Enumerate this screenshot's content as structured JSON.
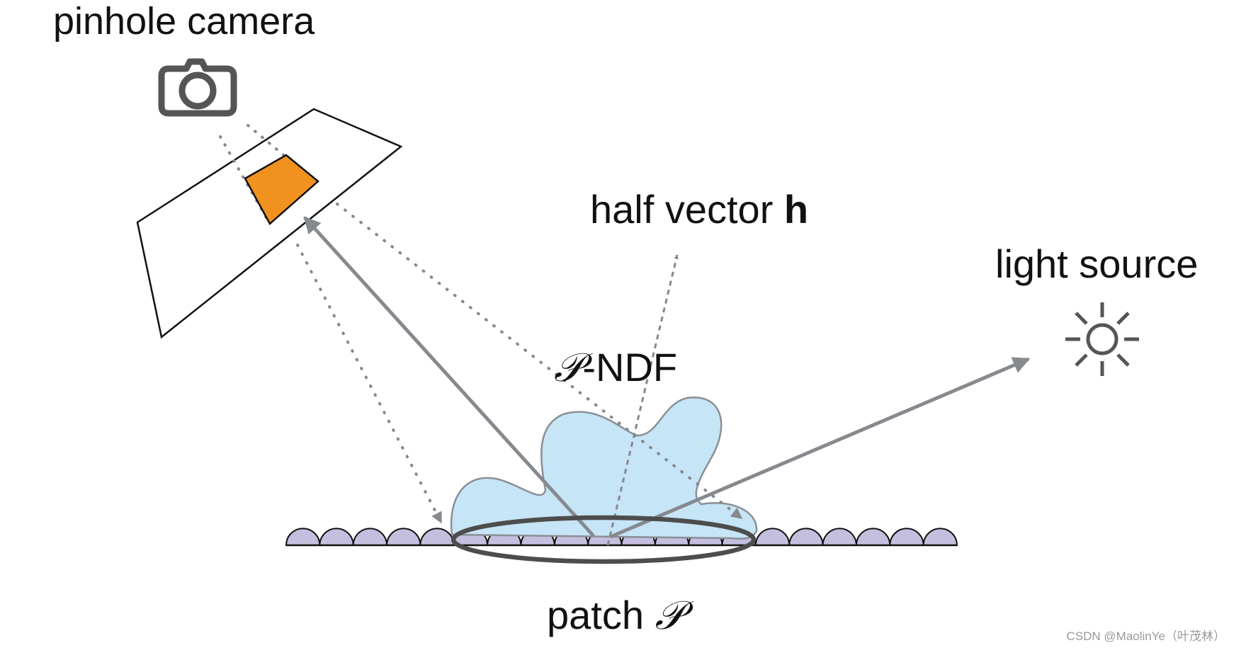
{
  "labels": {
    "camera": "pinhole camera",
    "half_vector_prefix": "half vector ",
    "half_vector_symbol": "h",
    "light_source": "light source",
    "ndf_symbol": "𝒫",
    "ndf_suffix": "-NDF",
    "patch_prefix": "patch ",
    "patch_symbol": "𝒫",
    "watermark": "CSDN @MaolinYe（叶茂林）"
  },
  "icons": {
    "camera": "camera-icon",
    "light": "sun-icon"
  },
  "colors": {
    "pixel_fill": "#f0921d",
    "ndf_fill": "#c6e5f7",
    "ndf_stroke": "#8a8f96",
    "microfacet_fill": "#c4bedf",
    "arrow_gray": "#86898e",
    "patch_ellipse": "#4d4d4d",
    "icon_gray": "#555555"
  },
  "microfacet_count": 20
}
